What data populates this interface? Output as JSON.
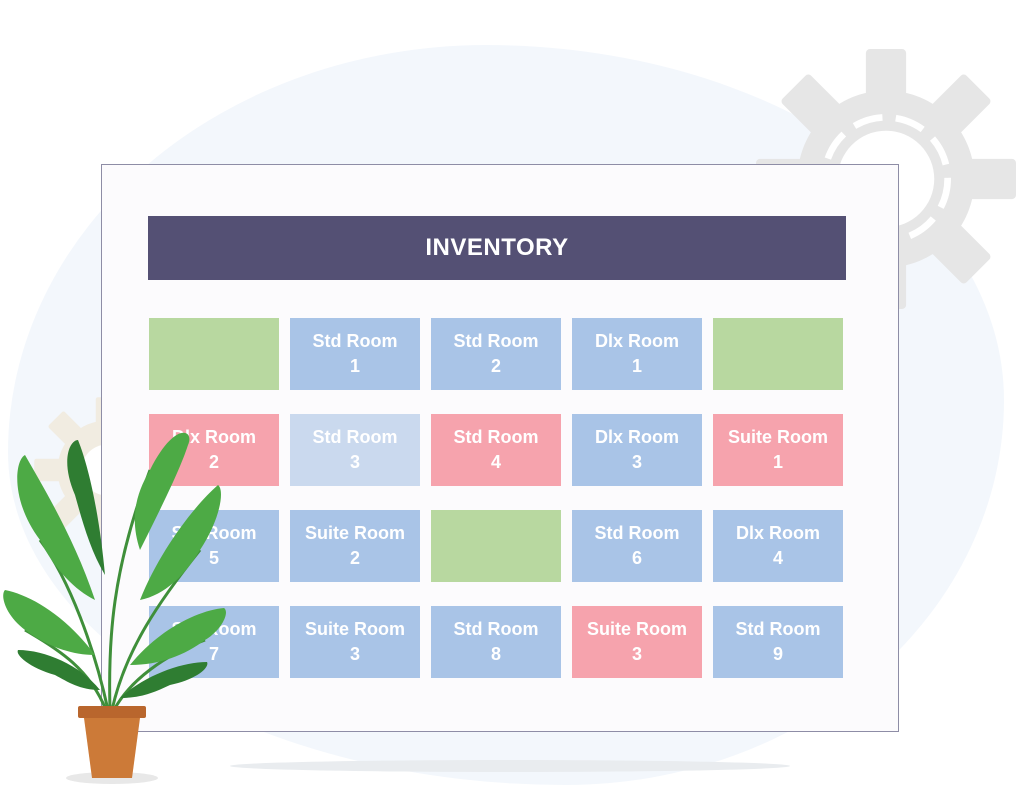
{
  "board": {
    "title": "INVENTORY"
  },
  "status_colors": {
    "available": "#b8d8a0",
    "booked": "#a9c4e7",
    "occupied": "#f6a3ad",
    "pending": "#cad9ee"
  },
  "rooms": [
    {
      "label": "",
      "status": "available"
    },
    {
      "label": "Std Room\n1",
      "status": "booked"
    },
    {
      "label": "Std Room\n2",
      "status": "booked"
    },
    {
      "label": "Dlx Room\n1",
      "status": "booked"
    },
    {
      "label": "",
      "status": "available"
    },
    {
      "label": "Dlx Room\n2",
      "status": "occupied"
    },
    {
      "label": "Std Room\n3",
      "status": "pending"
    },
    {
      "label": "Std Room\n4",
      "status": "occupied"
    },
    {
      "label": "Dlx Room\n3",
      "status": "booked"
    },
    {
      "label": "Suite Room\n1",
      "status": "occupied"
    },
    {
      "label": "Std Room\n5",
      "status": "booked"
    },
    {
      "label": "Suite Room\n2",
      "status": "booked"
    },
    {
      "label": "",
      "status": "available"
    },
    {
      "label": "Std Room\n6",
      "status": "booked"
    },
    {
      "label": "Dlx Room\n4",
      "status": "booked"
    },
    {
      "label": "Std Room\n7",
      "status": "booked"
    },
    {
      "label": "Suite Room\n3",
      "status": "booked"
    },
    {
      "label": "Std Room\n8",
      "status": "booked"
    },
    {
      "label": "Suite Room\n3",
      "status": "occupied"
    },
    {
      "label": "Std Room\n9",
      "status": "booked"
    }
  ],
  "decor": {
    "gear_icon": "gear-icon",
    "plant_icon": "potted-plant-icon"
  }
}
